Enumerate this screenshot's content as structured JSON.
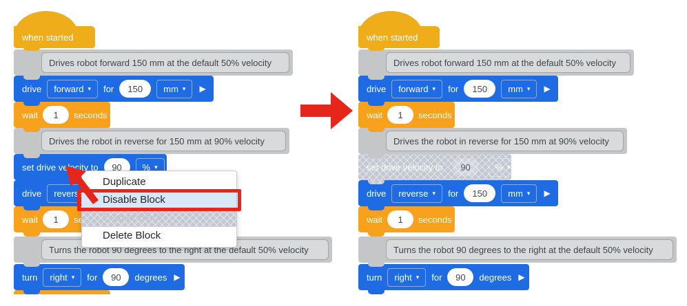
{
  "colors": {
    "blue": "#1E6BE4",
    "orange": "#F7A11C",
    "yellow": "#F0AD1A",
    "red": "#E7261B",
    "gray_block": "#C5C6C8",
    "comment_inner": "#D9DADC",
    "disabled_bg": "#C4C8D3",
    "menu_highlight": "#D9E7F8",
    "text_dark": "#3E444E"
  },
  "hat": {
    "label": "when started"
  },
  "comments": {
    "forward": "Drives robot forward 150 mm at the default 50% velocity",
    "reverse": "Drives the robot in reverse for 150 mm at 90% velocity",
    "turn": "Turns the robot 90 degrees to the right at the default 50% velocity"
  },
  "blocks": {
    "drive_forward": {
      "verb": "drive",
      "direction": "forward",
      "for_label": "for",
      "value": "150",
      "unit": "mm"
    },
    "wait": {
      "verb": "wait",
      "value": "1",
      "unit": "seconds"
    },
    "set_velocity": {
      "label": "set drive velocity to",
      "value": "90",
      "unit": "%"
    },
    "drive_reverse": {
      "verb": "drive",
      "direction": "reverse",
      "for_label": "for",
      "value": "150",
      "unit": "mm"
    },
    "turn": {
      "verb": "turn",
      "direction": "right",
      "for_label": "for",
      "value": "90",
      "unit": "degrees"
    }
  },
  "icons": {
    "caret": "▾",
    "play": "▶"
  },
  "context_menu": {
    "items": [
      {
        "label": "Duplicate",
        "state": "normal"
      },
      {
        "label": "Disable Block",
        "state": "highlighted"
      },
      {
        "label": "Enable Block",
        "state": "disabled"
      },
      {
        "label": "Delete Block",
        "state": "normal"
      }
    ]
  }
}
